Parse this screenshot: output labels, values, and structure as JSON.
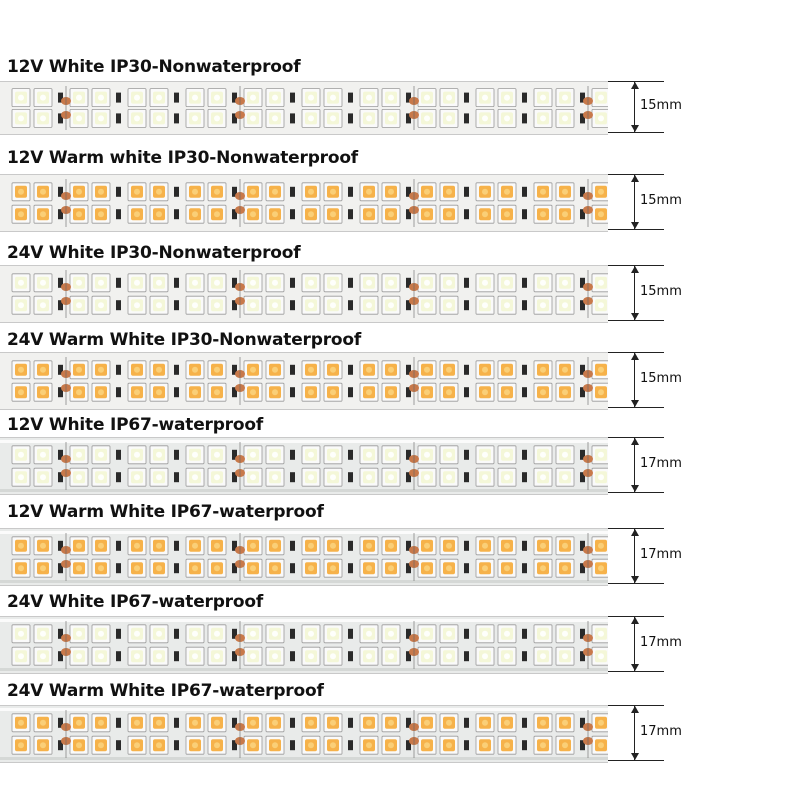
{
  "strips": [
    {
      "title": "12V White IP30-Nonwaterproof",
      "width_label": "15mm",
      "led": "cool",
      "voltage": "12V",
      "coating": "nonwaterproof"
    },
    {
      "title": "12V Warm white IP30-Nonwaterproof",
      "width_label": "15mm",
      "led": "warm",
      "voltage": "12V",
      "coating": "nonwaterproof"
    },
    {
      "title": "24V White IP30-Nonwaterproof",
      "width_label": "15mm",
      "led": "cool",
      "voltage": "24V",
      "coating": "nonwaterproof"
    },
    {
      "title": "24V Warm White IP30-Nonwaterproof",
      "width_label": "15mm",
      "led": "warm",
      "voltage": "24V",
      "coating": "nonwaterproof"
    },
    {
      "title": "12V White IP67-waterproof",
      "width_label": "17mm",
      "led": "cool",
      "voltage": "12V",
      "coating": "waterproof"
    },
    {
      "title": "12V Warm White IP67-waterproof",
      "width_label": "17mm",
      "led": "warm",
      "voltage": "12V",
      "coating": "waterproof"
    },
    {
      "title": "24V White IP67-waterproof",
      "width_label": "17mm",
      "led": "cool",
      "voltage": "24V",
      "coating": "waterproof"
    },
    {
      "title": "24V Warm White IP67-waterproof",
      "width_label": "17mm",
      "led": "warm",
      "voltage": "24V",
      "coating": "waterproof"
    }
  ],
  "colors": {
    "cool_led": "#f4f7d8",
    "warm_led": "#f6b24a",
    "pcb": "#f1f1ef",
    "copper": "#c8794a",
    "resistor": "#2a2a2a"
  }
}
